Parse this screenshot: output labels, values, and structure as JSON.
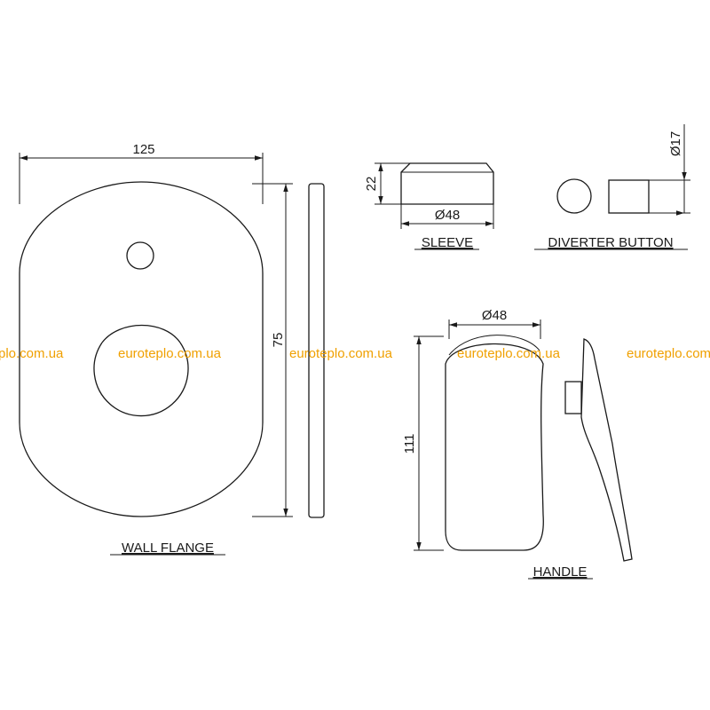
{
  "dimensions": {
    "flange_width": "125",
    "flange_height": "75",
    "sleeve_height": "22",
    "sleeve_diameter": "Ø48",
    "diverter_diameter": "Ø17",
    "handle_width": "Ø48",
    "handle_height": "111"
  },
  "labels": {
    "wall_flange": "WALL FLANGE",
    "sleeve": "SLEEVE",
    "diverter_button": "DIVERTER BUTTON",
    "handle": "HANDLE"
  },
  "watermarks": [
    "plo.com.ua",
    "euroteplo.com.ua",
    "euroteplo.com.ua",
    "euroteplo.com.ua",
    "euroteplo.com.ua"
  ],
  "colors": {
    "line": "#1a1a1a",
    "watermark": "#f0a000"
  }
}
